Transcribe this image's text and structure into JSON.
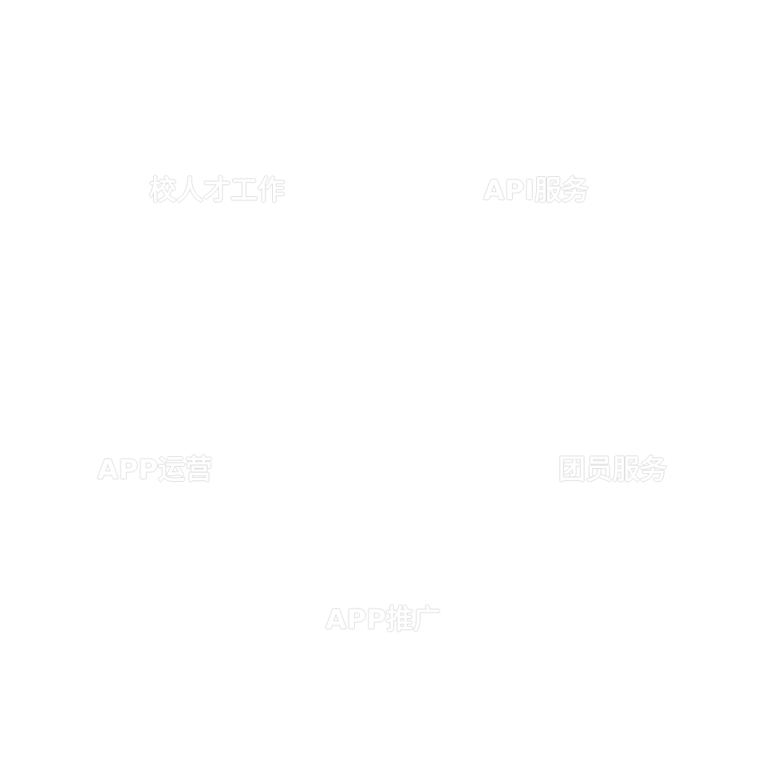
{
  "labels": [
    {
      "text": "校人才工作"
    },
    {
      "text": "API服务"
    },
    {
      "text": "APP运营"
    },
    {
      "text": "团员服务"
    },
    {
      "text": "APP推广"
    }
  ],
  "colors": {
    "background": "#ffffff",
    "label_text": "#ffffff"
  }
}
